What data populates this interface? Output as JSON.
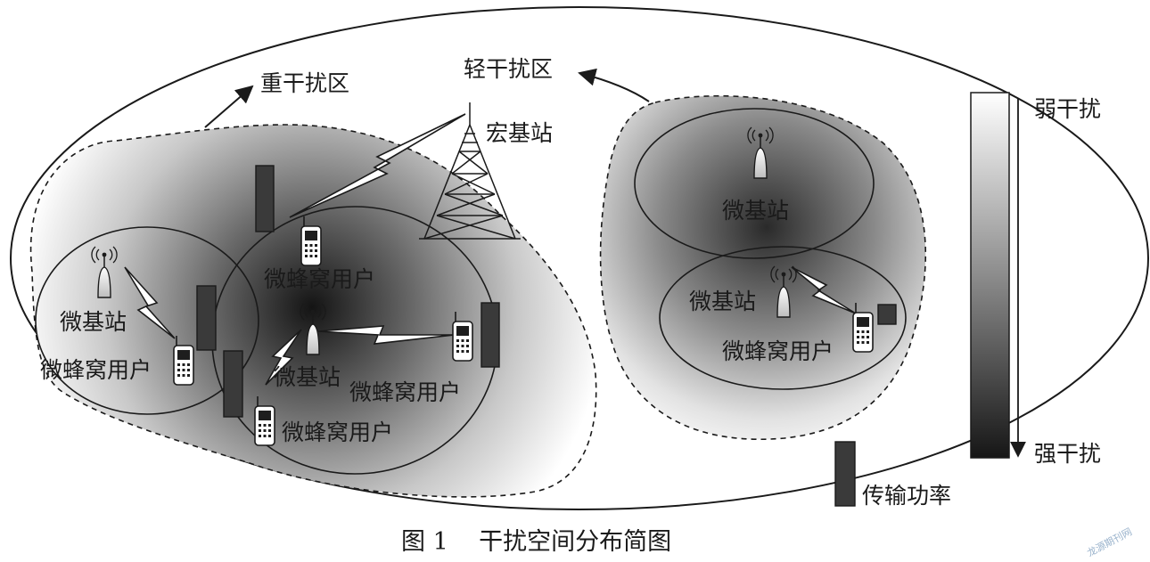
{
  "labels": {
    "heavy_zone": "重干扰区",
    "light_zone": "轻干扰区",
    "macro_station": "宏基站",
    "micro_station": "微基站",
    "femto_user": "微蜂窝用户",
    "weak": "弱干扰",
    "strong": "强干扰",
    "tx_power": "传输功率"
  },
  "caption": "图 1    干扰空间分布简图",
  "watermark": "龙源期刊网",
  "icons": {
    "tower": "macro-tower-icon",
    "antenna": "micro-station-antenna-icon",
    "phone": "mobile-phone-icon",
    "power_bar": "transmit-power-bar-icon"
  },
  "colors": {
    "line": "#1a1a1a",
    "bar_fill": "#3a3a3a",
    "gradient_dark": "#161616",
    "gradient_light": "#ffffff"
  }
}
